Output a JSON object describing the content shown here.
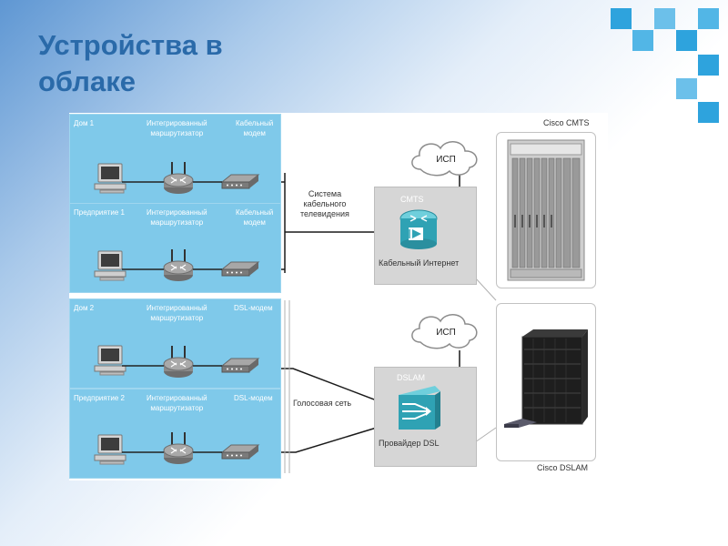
{
  "slide": {
    "title": "Устройства в\nоблаке"
  },
  "panels": [
    {
      "location": "Дом 1",
      "router": "Интегрированный\nмаршрутизатор",
      "modem": "Кабельный\nмодем"
    },
    {
      "location": "Предприятие 1",
      "router": "Интегрированный\nмаршрутизатор",
      "modem": "Кабельный\nмодем"
    },
    {
      "location": "Дом 2",
      "router": "Интегрированный\nмаршрутизатор",
      "modem": "DSL-модем"
    },
    {
      "location": "Предприятие 2",
      "router": "Интегрированный\nмаршрутизатор",
      "modem": "DSL-модем"
    }
  ],
  "cable": {
    "system_label": "Система\nкабельного\nтелевидения",
    "cloud": "ИСП",
    "device": "CMTS",
    "service": "Кабельный Интернет",
    "photo_caption": "Cisco CMTS"
  },
  "dsl": {
    "voice_label": "Голосовая сеть",
    "cloud": "ИСП",
    "device": "DSLAM",
    "service": "Провайдер DSL",
    "photo_caption": "Cisco DSLAM"
  },
  "colors": {
    "title": "#2a6aa9",
    "panel": "#7fc9ea",
    "deco": "#34a6de",
    "device": "#2fa2b4"
  }
}
